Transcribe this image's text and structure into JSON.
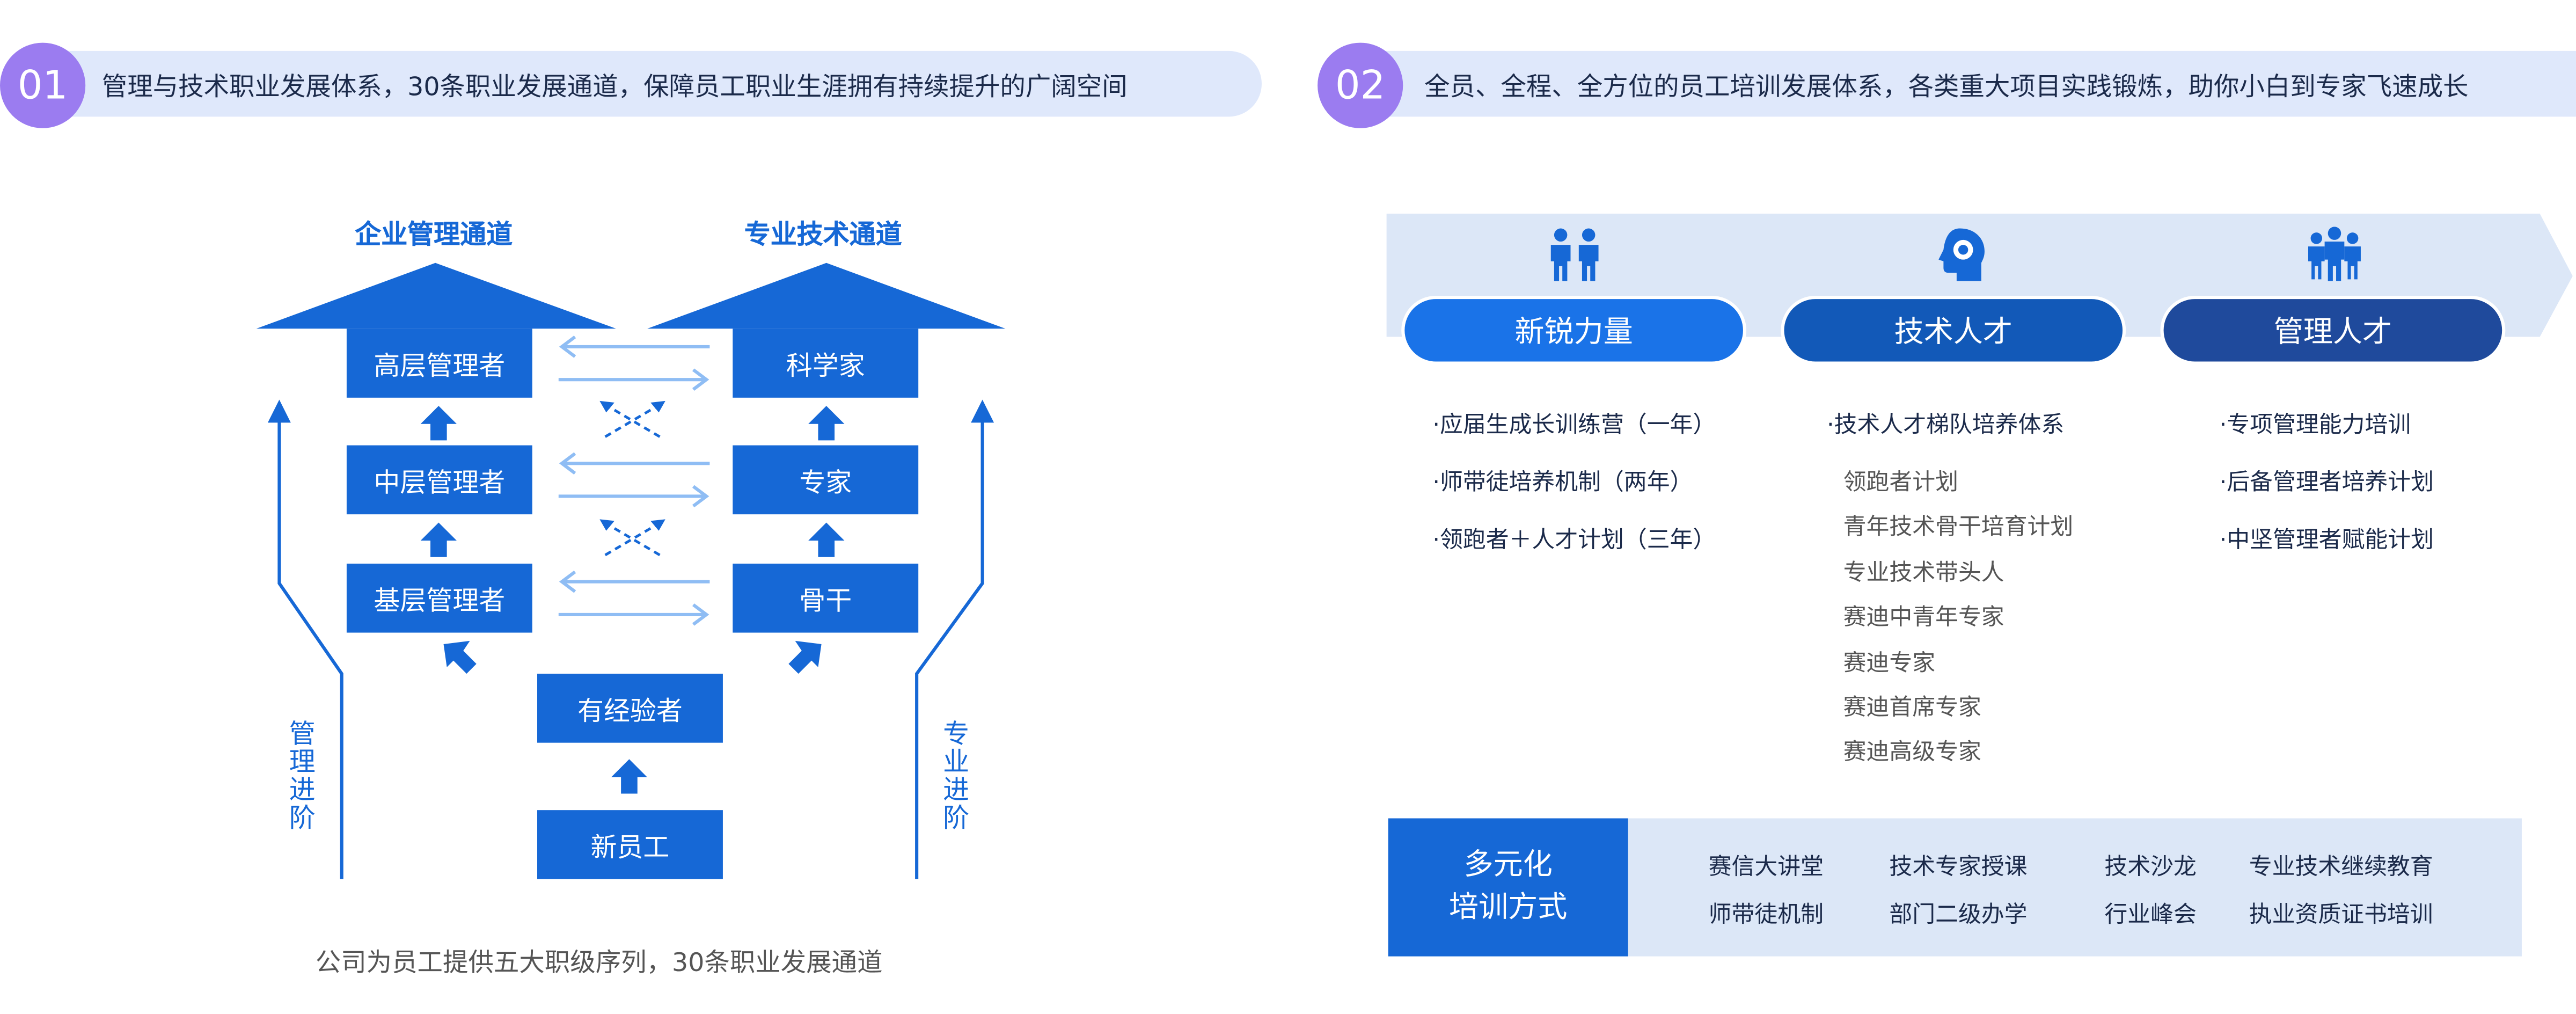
{
  "section1": {
    "number": "01",
    "header": "管理与技术职业发展体系，30条职业发展通道，保障员工职业生涯拥有持续提升的广阔空间",
    "management_lane": {
      "title": "企业管理通道",
      "levels": [
        "高层管理者",
        "中层管理者",
        "基层管理者"
      ],
      "side_label": "管理进阶"
    },
    "technical_lane": {
      "title": "专业技术通道",
      "levels": [
        "科学家",
        "专家",
        "骨干"
      ],
      "side_label": "专业进阶"
    },
    "base_levels": [
      "有经验者",
      "新员工"
    ],
    "caption": "公司为员工提供五大职级序列，30条职业发展通道"
  },
  "section2": {
    "number": "02",
    "header": "全员、全程、全方位的员工培训发展体系，各类重大项目实践锻炼，助你小白到专家飞速成长",
    "columns": [
      {
        "icon": "pair-people-icon",
        "title": "新锐力量",
        "color": "#1a73e8",
        "items": [
          "·应届生成长训练营（一年）",
          "·师带徒培养机制（两年）",
          "·领跑者＋人才计划（三年）"
        ]
      },
      {
        "icon": "head-gear-icon",
        "title": "技术人才",
        "color": "#1259b8",
        "items": [
          "·技术人才梯队培养体系"
        ],
        "subitems": [
          "领跑者计划",
          "青年技术骨干培育计划",
          "专业技术带头人",
          "赛迪中青年专家",
          "赛迪专家",
          "赛迪首席专家",
          "赛迪高级专家"
        ]
      },
      {
        "icon": "group-people-icon",
        "title": "管理人才",
        "color": "#1f4a9c",
        "items": [
          "·专项管理能力培训",
          "·后备管理者培养计划",
          "·中坚管理者赋能计划"
        ]
      }
    ],
    "training": {
      "label_line1": "多元化",
      "label_line2": "培训方式",
      "methods": [
        [
          "赛信大讲堂",
          "技术专家授课",
          "技术沙龙",
          "专业技术继续教育"
        ],
        [
          "师带徒机制",
          "部门二级办学",
          "行业峰会",
          "执业资质证书培训"
        ]
      ]
    }
  },
  "colors": {
    "primary": "#1668d6",
    "number_circle": "#9b7cf0",
    "header_bar": "#dfe8fb",
    "band": "#dce7f7"
  }
}
